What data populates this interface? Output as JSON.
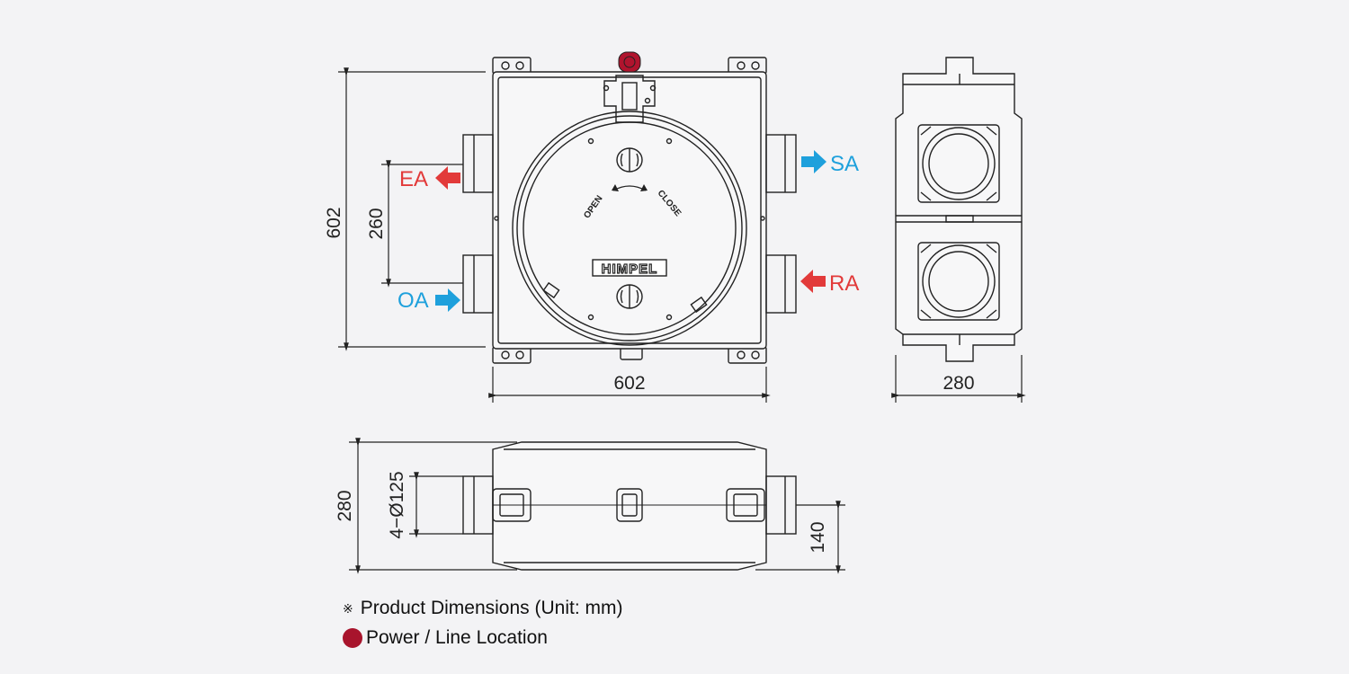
{
  "dimensions": {
    "front_height": "602",
    "port_spacing": "260",
    "front_width": "602",
    "side_depth": "280",
    "bottom_height": "280",
    "duct": "4−Ø125",
    "duct_center": "140"
  },
  "ports": {
    "ea": "EA",
    "oa": "OA",
    "sa": "SA",
    "ra": "RA"
  },
  "labels": {
    "open": "OPEN",
    "close": "CLOSE",
    "logo": "HIMPEL"
  },
  "legend": {
    "note_mark": "※",
    "note": "Product Dimensions (Unit: mm)",
    "power": "Power / Line Location"
  },
  "colors": {
    "exhaust_red": "#e23a3a",
    "supply_blue": "#1ea0dc",
    "power_dot": "#a8142c"
  }
}
